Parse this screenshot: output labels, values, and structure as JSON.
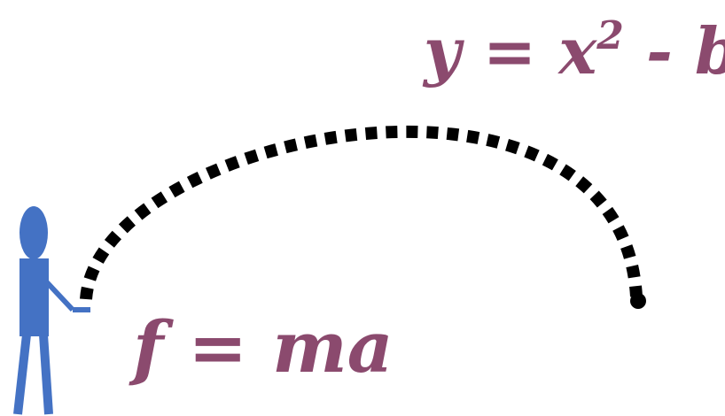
{
  "colors": {
    "equation": "#8b4a6e",
    "figure": "#4472c4",
    "trajectory": "#000000",
    "background": "#ffffff"
  },
  "equations": {
    "trajectory": {
      "lhs": "y",
      "eq": " = ",
      "base": "x",
      "exponent": "2",
      "rest": " - b"
    },
    "force": "f = ma"
  },
  "icons": {
    "person": "stick-figure-person-icon",
    "ball": "ball-icon"
  }
}
